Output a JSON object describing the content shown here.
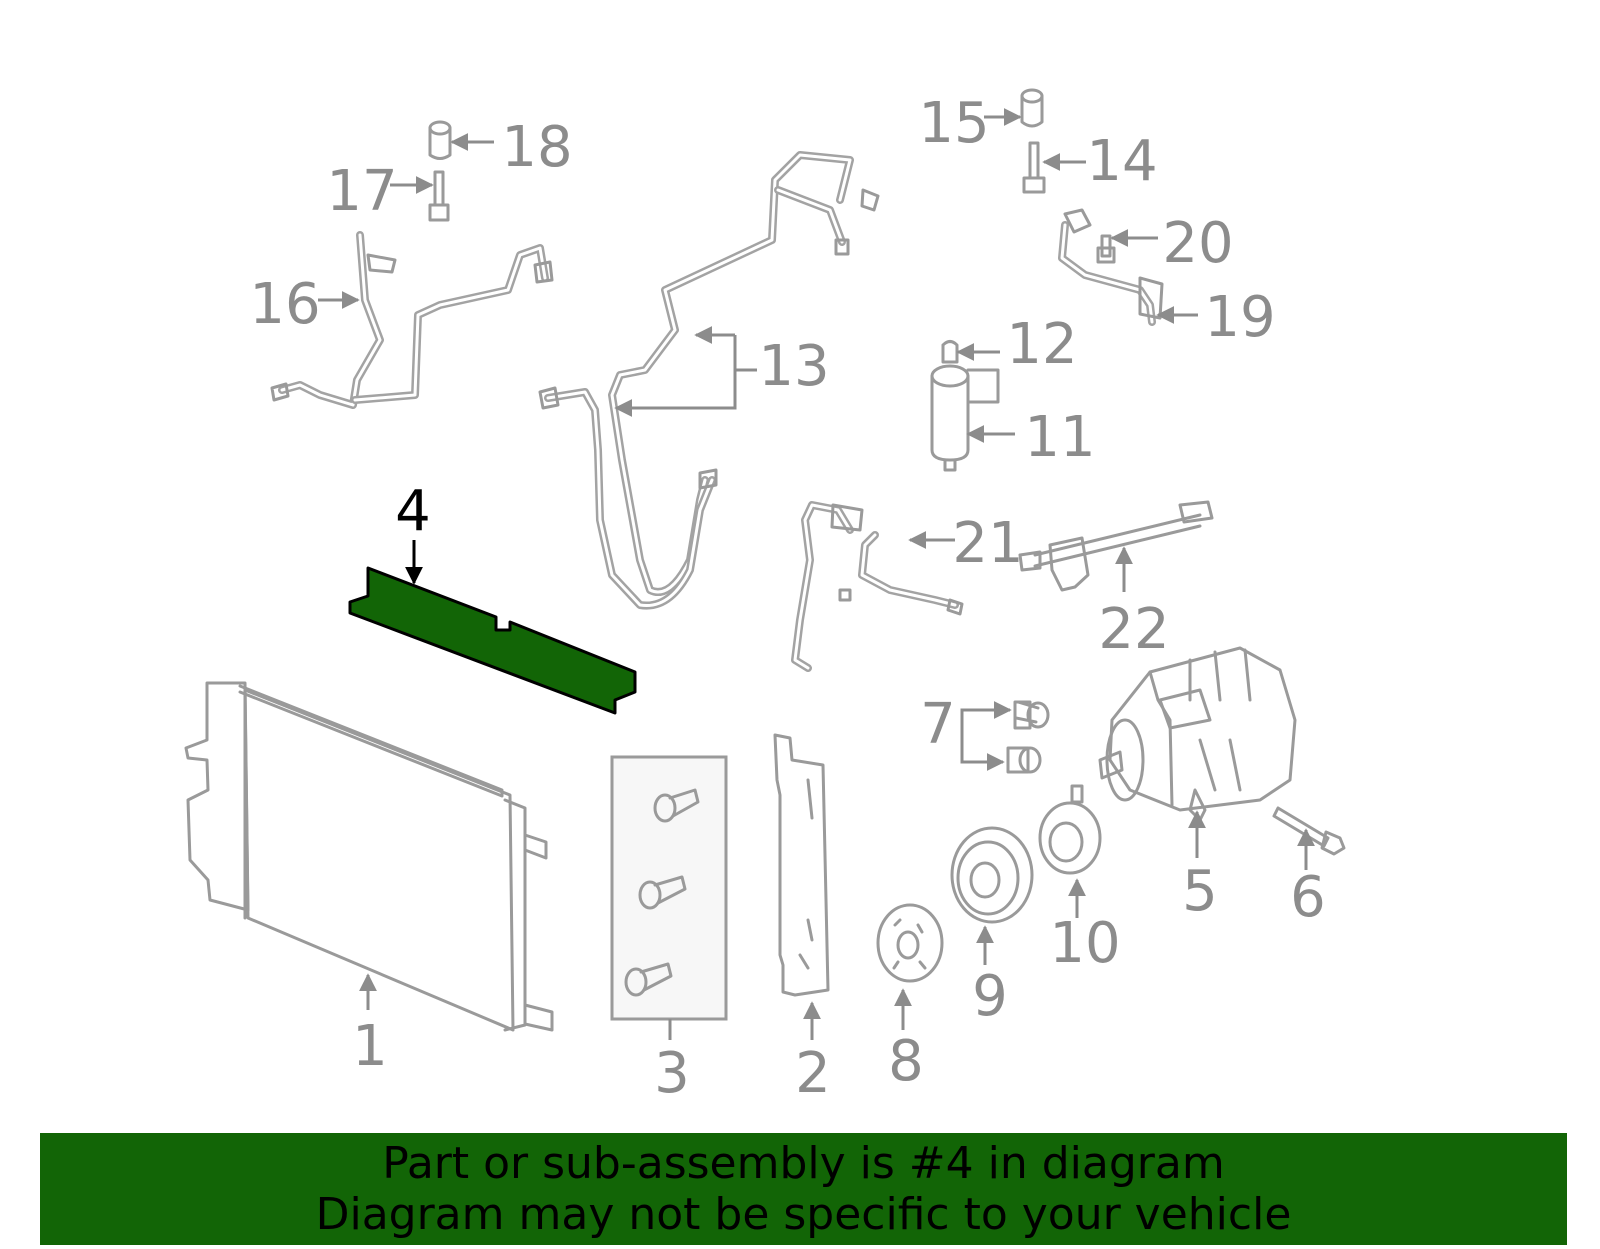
{
  "diagram": {
    "highlight_color": "#126506",
    "highlighted_part": "4",
    "callouts": {
      "c1": "1",
      "c2": "2",
      "c3": "3",
      "c4": "4",
      "c5": "5",
      "c6": "6",
      "c7": "7",
      "c8": "8",
      "c9": "9",
      "c10": "10",
      "c11": "11",
      "c12": "12",
      "c13": "13",
      "c14": "14",
      "c15": "15",
      "c16": "16",
      "c17": "17",
      "c18": "18",
      "c19": "19",
      "c20": "20",
      "c21": "21",
      "c22": "22"
    }
  },
  "banner": {
    "line1": "Part or sub-assembly is #4 in diagram",
    "line2": "Diagram may not be specific to your vehicle"
  }
}
